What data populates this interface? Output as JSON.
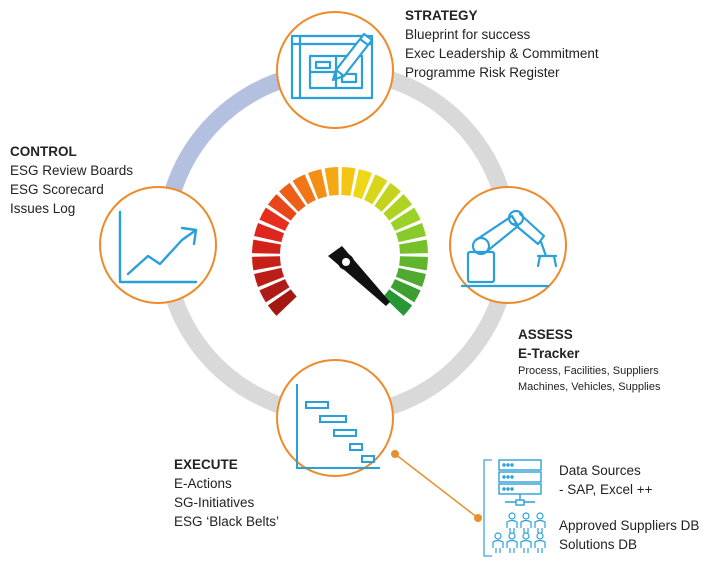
{
  "phases": {
    "strategy": {
      "title": "STRATEGY",
      "lines": [
        "Blueprint for success",
        "Exec Leadership & Commitment",
        "Programme Risk Register"
      ],
      "icon": "blueprint-pencil-icon"
    },
    "control": {
      "title": "CONTROL",
      "lines": [
        "ESG Review Boards",
        "ESG Scorecard",
        "Issues Log"
      ],
      "icon": "trend-chart-icon"
    },
    "assess": {
      "title": "ASSESS",
      "subtitle": "E-Tracker",
      "lines": [
        "Process, Facilities, Suppliers",
        "Machines, Vehicles, Supplies"
      ],
      "icon": "robot-arm-icon"
    },
    "execute": {
      "title": "EXECUTE",
      "lines": [
        "E-Actions",
        "SG-Initiatives",
        "ESG ‘Black Belts’"
      ],
      "icon": "gantt-chart-icon"
    }
  },
  "data_sources": {
    "server_lines": [
      "Data Sources",
      "- SAP, Excel ++"
    ],
    "people_lines": [
      "Approved Suppliers DB",
      "Solutions DB"
    ],
    "icons": [
      "database-server-icon",
      "people-group-icon"
    ]
  },
  "gauge": {
    "icon": "speedometer-gauge-icon"
  },
  "colors": {
    "ring": "#d9d9d9",
    "ring_highlight": "#b4c0e0",
    "node_border": "#ee8a2a",
    "icon_blue": "#2aa0d8",
    "connector": "#e8902f",
    "bracket": "#5bb5e0"
  }
}
